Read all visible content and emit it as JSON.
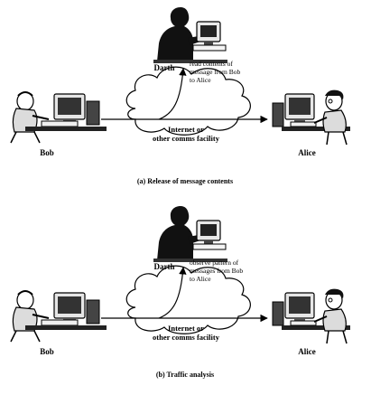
{
  "panel_a": {
    "attacker": "Darth",
    "sender": "Bob",
    "receiver": "Alice",
    "note_lines": [
      "read contents of",
      "message from Bob",
      "to Alice"
    ],
    "cloud_lines": [
      "Internet or",
      "other comms facility"
    ],
    "caption": "(a) Release of message contents"
  },
  "panel_b": {
    "attacker": "Darth",
    "sender": "Bob",
    "receiver": "Alice",
    "note_lines": [
      "observe pattern of",
      "messages from Bob",
      "to Alice"
    ],
    "cloud_lines": [
      "Internet or",
      "other comms facility"
    ],
    "caption": "(b) Traffic analysis"
  }
}
